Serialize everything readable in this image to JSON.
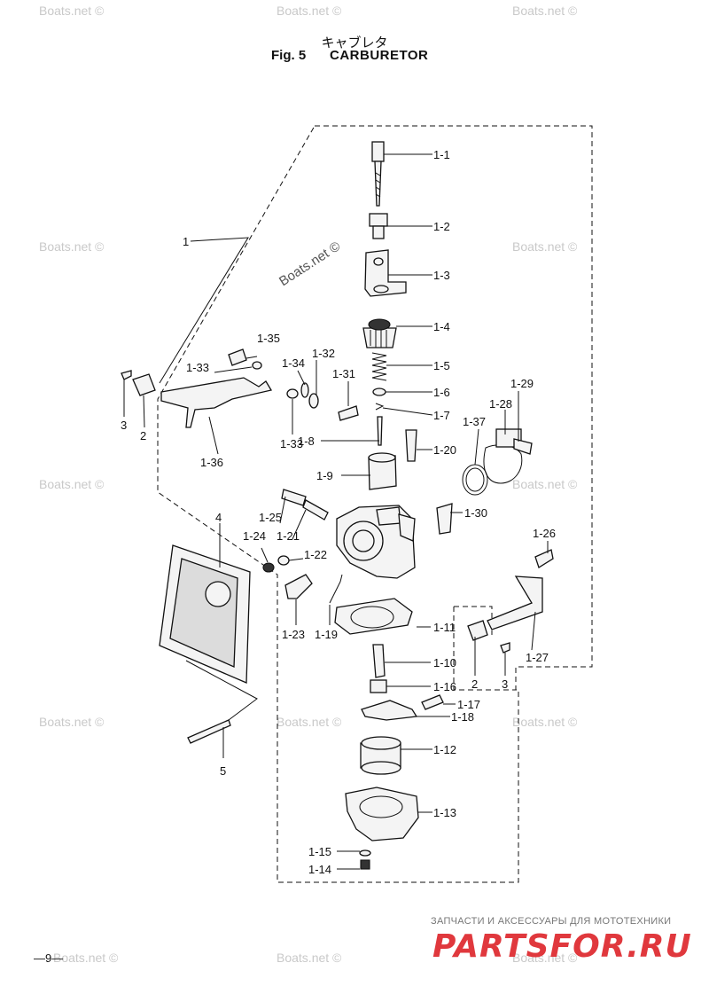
{
  "header": {
    "title_jp": "キャブレタ",
    "fig": "Fig. 5",
    "title": "CARBURETOR"
  },
  "watermark": {
    "text": "Boats.net ©",
    "color": "#c9c9c9"
  },
  "callouts": [
    "1-1",
    "1-2",
    "1-3",
    "1-4",
    "1-5",
    "1-6",
    "1-7",
    "1-8",
    "1-9",
    "1-10",
    "1-11",
    "1-12",
    "1-13",
    "1-14",
    "1-15",
    "1-16",
    "1-17",
    "1-18",
    "1-19",
    "1-20",
    "1-21",
    "1-22",
    "1-23",
    "1-24",
    "1-25",
    "1-26",
    "1-27",
    "1-28",
    "1-29",
    "1-30",
    "1-31",
    "1-32",
    "1-33",
    "1-33",
    "1-34",
    "1-35",
    "1-36",
    "1-37",
    "1",
    "2",
    "3",
    "2",
    "3",
    "4",
    "5"
  ],
  "footer": {
    "page_number": "—9—",
    "ad_text": "ЗАПЧАСТИ И АКСЕССУАРЫ ДЛЯ МОТОТЕХНИКИ",
    "ad_logo": "PARTSFOR.RU",
    "ad_color": "#e0383d"
  }
}
